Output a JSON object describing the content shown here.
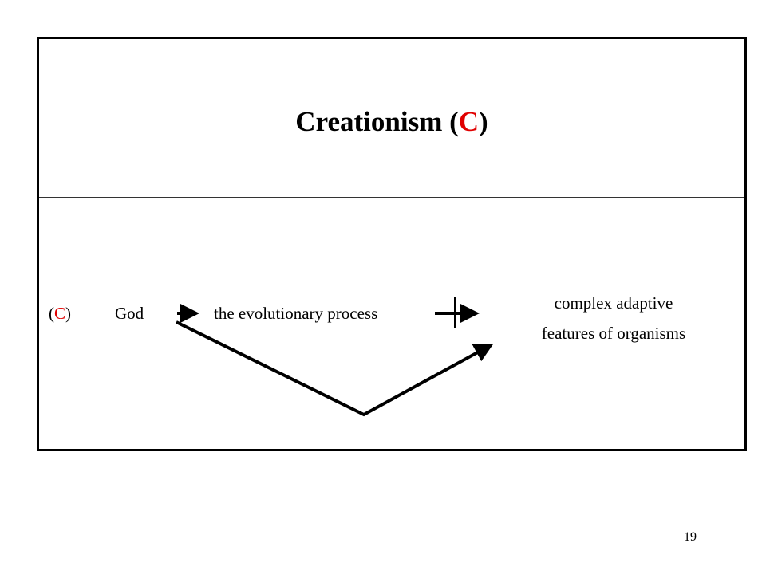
{
  "slide": {
    "title_main": "Creationism",
    "title_paren_open": "(",
    "title_accent": "C",
    "title_paren_close": ")",
    "page_number": "19"
  },
  "diagram": {
    "label_paren_open": "(",
    "label_accent": "C",
    "label_paren_close": ")",
    "node_god": "God",
    "node_process": "the evolutionary process",
    "node_features_line1": "complex adaptive",
    "node_features_line2": "features of organisms",
    "blocked_link": "the evolutionary process does not lead to complex adaptive features of organisms",
    "direct_link": "God leads directly to complex adaptive features of organisms"
  },
  "colors": {
    "accent": "#e00000",
    "ink": "#000000",
    "background": "#ffffff"
  }
}
